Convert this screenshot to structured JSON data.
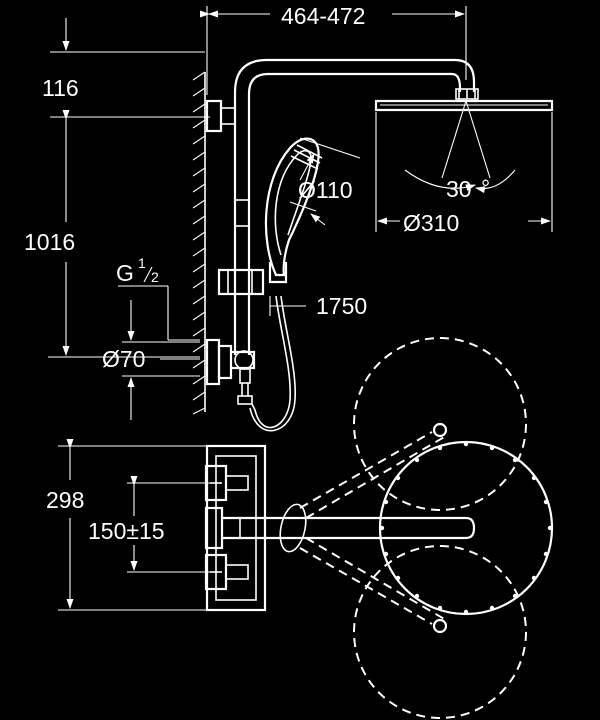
{
  "dimensions": {
    "width_range": "464-472",
    "top_offset": "116",
    "height": "1016",
    "thread": "G",
    "thread_num": "1",
    "thread_den": "2",
    "pipe_diameter": "Ø70",
    "handshower_diameter": "Ø110",
    "handshower_height": "1750",
    "head_angle": "30",
    "head_angle_unit": "°",
    "head_diameter": "Ø310",
    "thermostat_height": "298",
    "inlet_spacing": "150±15"
  }
}
